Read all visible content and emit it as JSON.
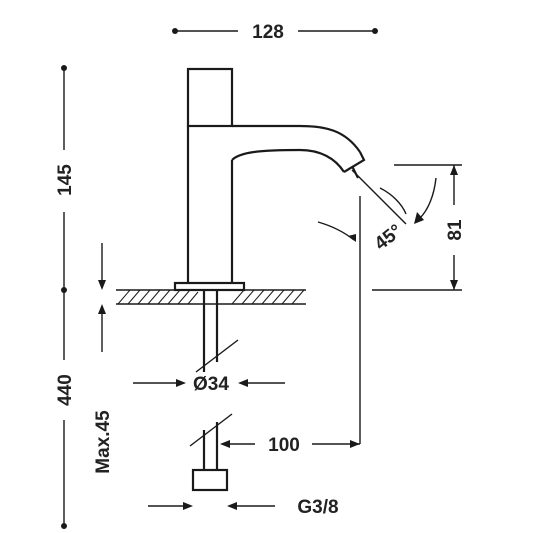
{
  "dimensions": {
    "width_top": "128",
    "height_upper": "145",
    "height_total": "440",
    "spout_height": "81",
    "spout_angle": "45°",
    "max_counter_thickness": "Max.45",
    "base_diameter": "Ø34",
    "spout_reach": "100",
    "thread": "G3/8"
  },
  "colors": {
    "line": "#1a1a1a",
    "text": "#222222",
    "background": "#ffffff"
  }
}
